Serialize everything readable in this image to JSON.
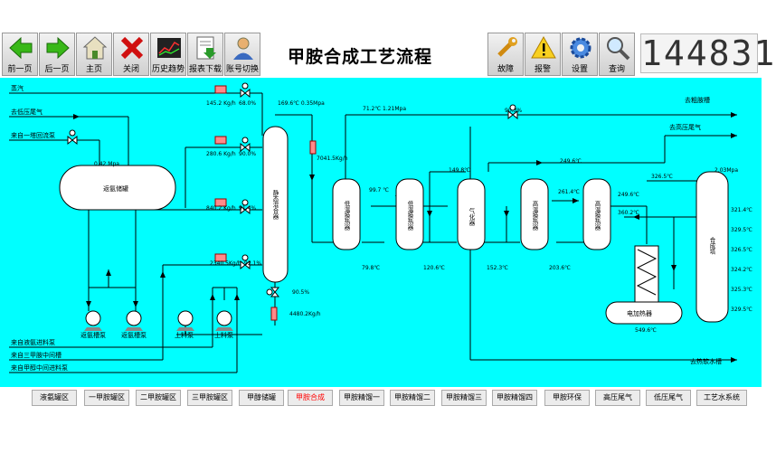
{
  "toolbar": {
    "prev_page": "前一页",
    "next_page": "后一页",
    "home": "主页",
    "close": "关闭",
    "history_trend": "历史趋势",
    "report_download": "报表下载",
    "account_switch": "账号切换",
    "fault": "故障",
    "alarm": "报警",
    "settings": "设置",
    "query": "查询"
  },
  "page_title": "甲胺合成工艺流程",
  "clock_display": "144831",
  "streams": {
    "steam": "蒸汽",
    "to_low_pressure_tail_gas": "去低压尾气",
    "from_tower1_reflux_pump": "来自一塔回流泵",
    "to_crude_amine_tank": "去粗胺槽",
    "to_high_pressure_tail_gas": "去高压尾气",
    "from_liquid_ammonia_feed_pump": "来自液氨进料泵",
    "from_trimethylamine_intermediate": "来自三甲胺中间槽",
    "from_methanol_intermediate_feed_pump": "来自甲醇中间进料泵",
    "to_hot_soft_water_tank": "去热软水槽"
  },
  "equipment": {
    "circulating_ammonia_tank": "返氨储罐",
    "return_ammonia_pump_1": "返氨槽泵",
    "return_ammonia_pump_2": "返氨槽泵",
    "feed_pump_1": "上料泵",
    "feed_pump_2": "上料泵",
    "static_mixer": "静态混合器",
    "low_temp_exchanger_1": "低温换热器",
    "low_temp_exchanger_2": "低温换热器",
    "vaporizer": "气化器",
    "high_temp_exchanger_1": "高温换热器",
    "high_temp_exchanger_2": "高温换热器",
    "synthesis_tower": "合成塔",
    "electric_heater": "电加热器"
  },
  "readings": {
    "steam_flow": "145.2 Kg/h",
    "steam_valve": "68.0%",
    "tank_pressure": "0.42 Mpa",
    "flow_1": "280.6 Kg/h",
    "valve_1": "90.0%",
    "flow_2": "840.2 Kg/h",
    "valve_2": "91.4%",
    "flow_3": "2340.5Kg/h",
    "valve_3": "92.1%",
    "mixer_out_temp_pressure": "169.6℃ 0.35Mpa",
    "flow_after_mixer": "7041.5Kg/h",
    "mixer_bottom_valve": "90.5%",
    "mixer_bottom_flow": "4480.2Kg/h",
    "crude_amine_temp_pressure": "71.2℃ 1.21Mpa",
    "crude_amine_valve": "90.3%",
    "hx1_out_temp": "99.7 ℃",
    "vaporizer_in_temp": "149.8℃",
    "hx_top_temp": "249.6℃",
    "hx4_in_temp": "261.4℃",
    "hx5_in_temp": "249.6℃",
    "heater_out_temp": "360.2℃",
    "tower_top_temp": "326.5℃",
    "tower_top_pressure": "2.03Mpa",
    "hx1_bottom_temp": "79.8℃",
    "hx2_bottom_temp": "120.6℃",
    "vaporizer_bottom_temp": "152.3℃",
    "hx4_bottom_temp": "203.6℃",
    "heater_temp": "549.6℃",
    "tower_t1": "321.4℃",
    "tower_t2": "329.5℃",
    "tower_t3": "326.5℃",
    "tower_t4": "324.2℃",
    "tower_t5": "325.3℃",
    "tower_t6": "329.5℃"
  },
  "bottom_nav": [
    {
      "label": "液氨罐区",
      "active": false
    },
    {
      "label": "一甲胺罐区",
      "active": false
    },
    {
      "label": "二甲胺罐区",
      "active": false
    },
    {
      "label": "三甲胺罐区",
      "active": false
    },
    {
      "label": "甲醇储罐",
      "active": false
    },
    {
      "label": "甲胺合成",
      "active": true
    },
    {
      "label": "甲胺精馏一",
      "active": false
    },
    {
      "label": "甲胺精馏二",
      "active": false
    },
    {
      "label": "甲胺精馏三",
      "active": false
    },
    {
      "label": "甲胺精馏四",
      "active": false
    },
    {
      "label": "甲胺环保",
      "active": false
    },
    {
      "label": "高压尾气",
      "active": false
    },
    {
      "label": "低压尾气",
      "active": false
    },
    {
      "label": "工艺水系统",
      "active": false
    }
  ],
  "colors": {
    "process_background": "#00ffff",
    "active_nav_text": "#ff0000",
    "pipe": "#000000"
  }
}
